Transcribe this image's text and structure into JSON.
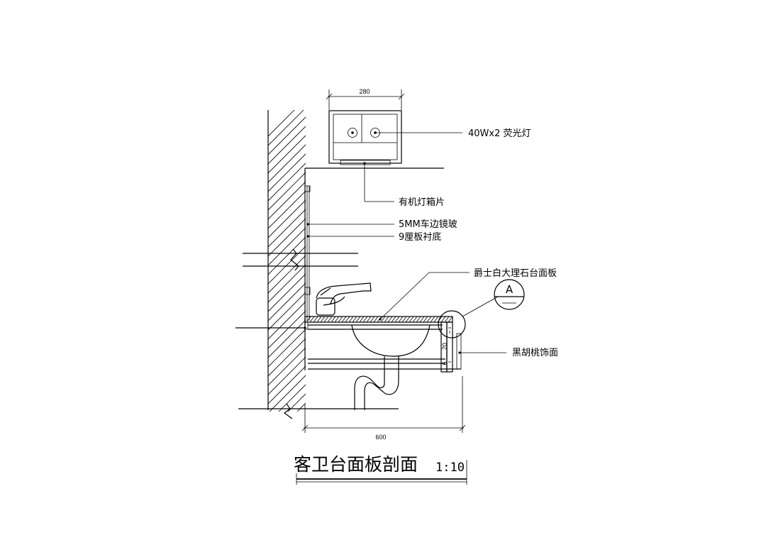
{
  "dimensions": {
    "top_width": "280",
    "bottom_width": "600",
    "height_20": "20",
    "height_6": "6"
  },
  "labels": {
    "fluorescent": "40Wx2 荧光灯",
    "acrylic": "有机灯箱片",
    "mirror": "5MM车边镜玻",
    "plywood": "9厘板衬底",
    "marble": "爵士白大理石台面板",
    "walnut": "黑胡桃饰面"
  },
  "detail_marker": "A",
  "title": "客卫台面板剖面",
  "scale": "1:10"
}
